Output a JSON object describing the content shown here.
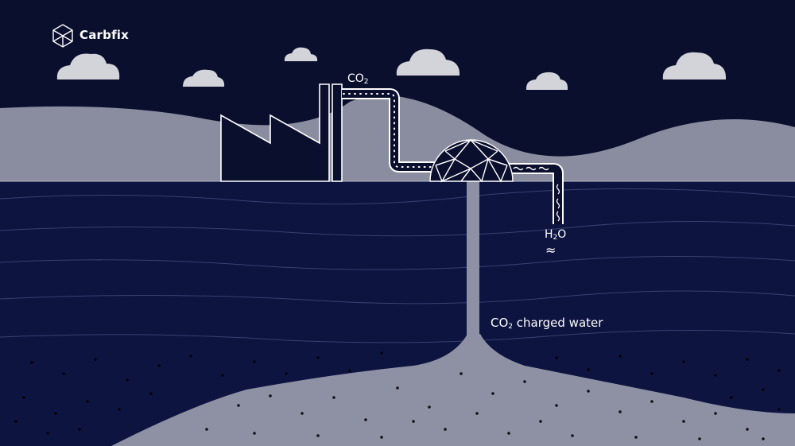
{
  "brand": {
    "name": "Carbfix",
    "logo_icon": "geodesic-hexagon-icon"
  },
  "labels": {
    "co2_prefix": "CO",
    "co2_sub": "2",
    "h2o_prefix": "H",
    "h2o_sub": "2",
    "h2o_suffix": "O",
    "h2o_waves": "≈",
    "charged_prefix": "CO",
    "charged_sub": "2",
    "charged_suffix": " charged water"
  },
  "colors": {
    "sky": "#0b0f2e",
    "hills": "#8a8d9f",
    "underground": "#0e1440",
    "rock": "#8e91a4",
    "cloud": "#d3d4da",
    "line": "#ffffff"
  },
  "icons": [
    "factory-icon",
    "geodesic-dome-icon",
    "cloud-icon",
    "pipe-icon"
  ]
}
